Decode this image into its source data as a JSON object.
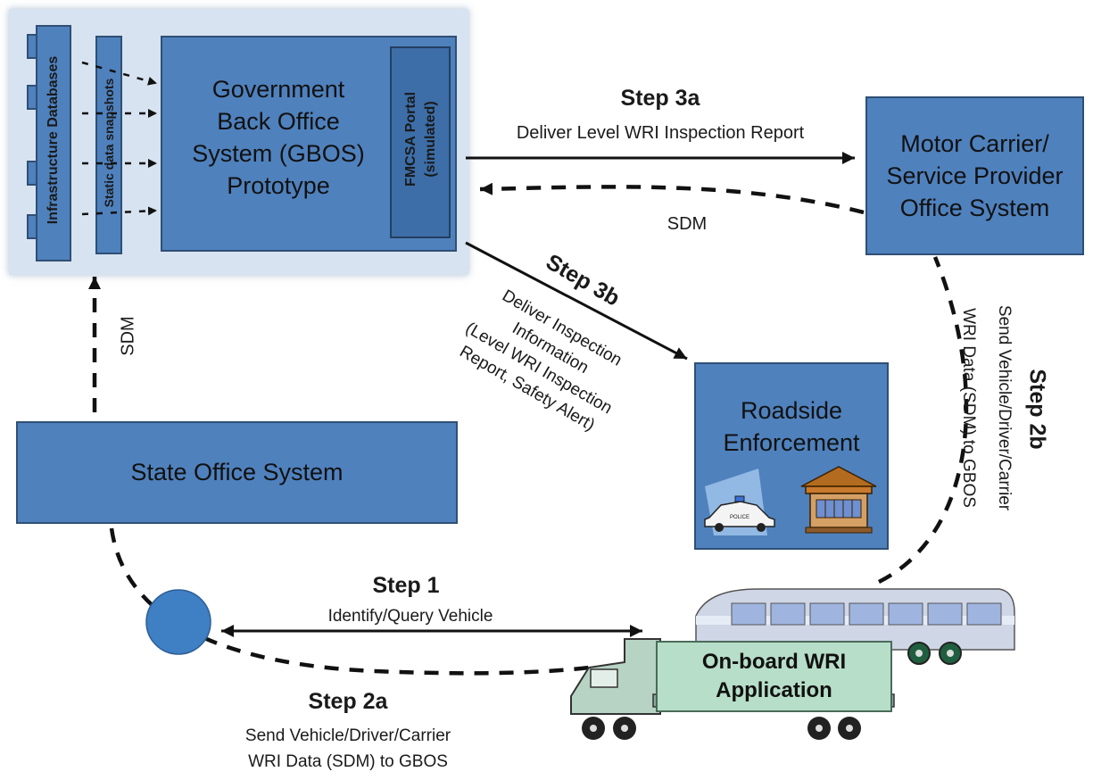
{
  "gbos": {
    "title_lines": [
      "Government",
      "Back Office",
      "System (GBOS)",
      "Prototype"
    ],
    "infrastructure_db": "Infrastructure Databases",
    "static_snapshots": "Static data snapshots",
    "portal_line1": "FMCSA Portal",
    "portal_line2": "(simulated)"
  },
  "motor_carrier": {
    "lines": [
      "Motor Carrier/",
      "Service Provider",
      "Office System"
    ]
  },
  "roadside": {
    "lines": [
      "Roadside",
      "Enforcement"
    ],
    "car_text": "POLICE"
  },
  "state_office": {
    "label": "State Office System"
  },
  "onboard": {
    "lines": [
      "On-board WRI",
      "Application"
    ]
  },
  "steps": {
    "step3a": {
      "title": "Step 3a",
      "desc": "Deliver Level WRI Inspection Report"
    },
    "sdm_top": "SDM",
    "step3b": {
      "title": "Step 3b",
      "desc_lines": [
        "Deliver Inspection",
        "Information",
        "(Level WRI Inspection",
        "Report, Safety Alert)"
      ]
    },
    "sdm_left": "SDM",
    "step2b": {
      "title": "Step 2b",
      "desc_lines": [
        "Send Vehicle/Driver/Carrier",
        "WRI Data (SDM) to GBOS"
      ]
    },
    "step1": {
      "title": "Step 1",
      "desc": "Identify/Query Vehicle"
    },
    "step2a": {
      "title": "Step 2a",
      "desc_lines": [
        "Send Vehicle/Driver/Carrier",
        "WRI Data (SDM) to GBOS"
      ]
    }
  },
  "colors": {
    "box_fill": "#4f81bd",
    "panel_fill": "#dbe5f1",
    "onboard_fill": "#b7dec8",
    "node": "#3f7fc4"
  }
}
